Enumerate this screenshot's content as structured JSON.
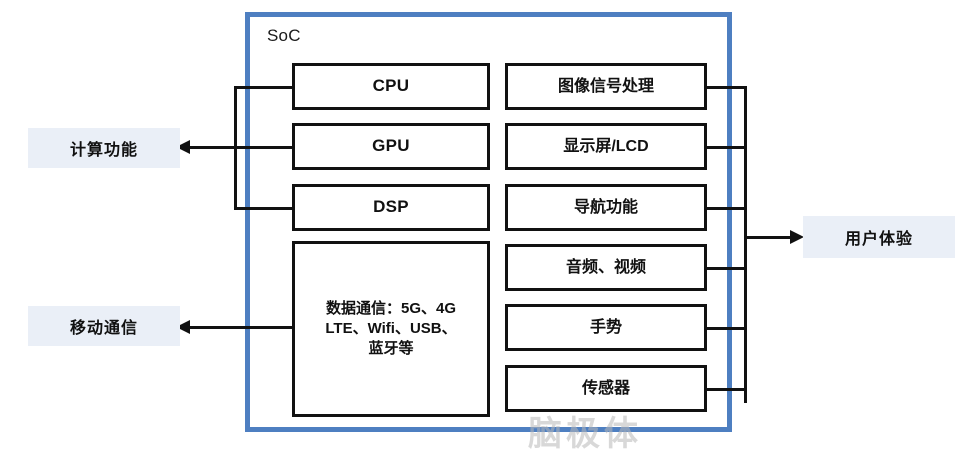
{
  "diagram": {
    "soc": {
      "label": "SoC"
    },
    "compute_blocks": [
      {
        "id": "cpu",
        "label": "CPU",
        "script": "latin"
      },
      {
        "id": "gpu",
        "label": "GPU",
        "script": "latin"
      },
      {
        "id": "dsp",
        "label": "DSP",
        "script": "latin"
      }
    ],
    "comm_block": {
      "id": "data-communication",
      "line1": "数据通信：5G、4G",
      "line2": "LTE、Wifi、USB、",
      "line3": "蓝牙等"
    },
    "feature_blocks": [
      {
        "id": "image-signal-processing",
        "label": "图像信号处理"
      },
      {
        "id": "display-lcd",
        "label": "显示屏/LCD"
      },
      {
        "id": "navigation",
        "label": "导航功能"
      },
      {
        "id": "audio-video",
        "label": "音频、视频"
      },
      {
        "id": "gesture",
        "label": "手势"
      },
      {
        "id": "sensor",
        "label": "传感器"
      }
    ],
    "side_labels": {
      "compute": "计算功能",
      "mobile_comm": "移动通信",
      "user_experience": "用户体验"
    },
    "watermark": "脑极体"
  },
  "colors": {
    "soc_border": "#4E7FC1",
    "block_border": "#111111",
    "chip_background": "#EAEFF7",
    "wire": "#111111",
    "page_background": "#FFFFFF"
  }
}
